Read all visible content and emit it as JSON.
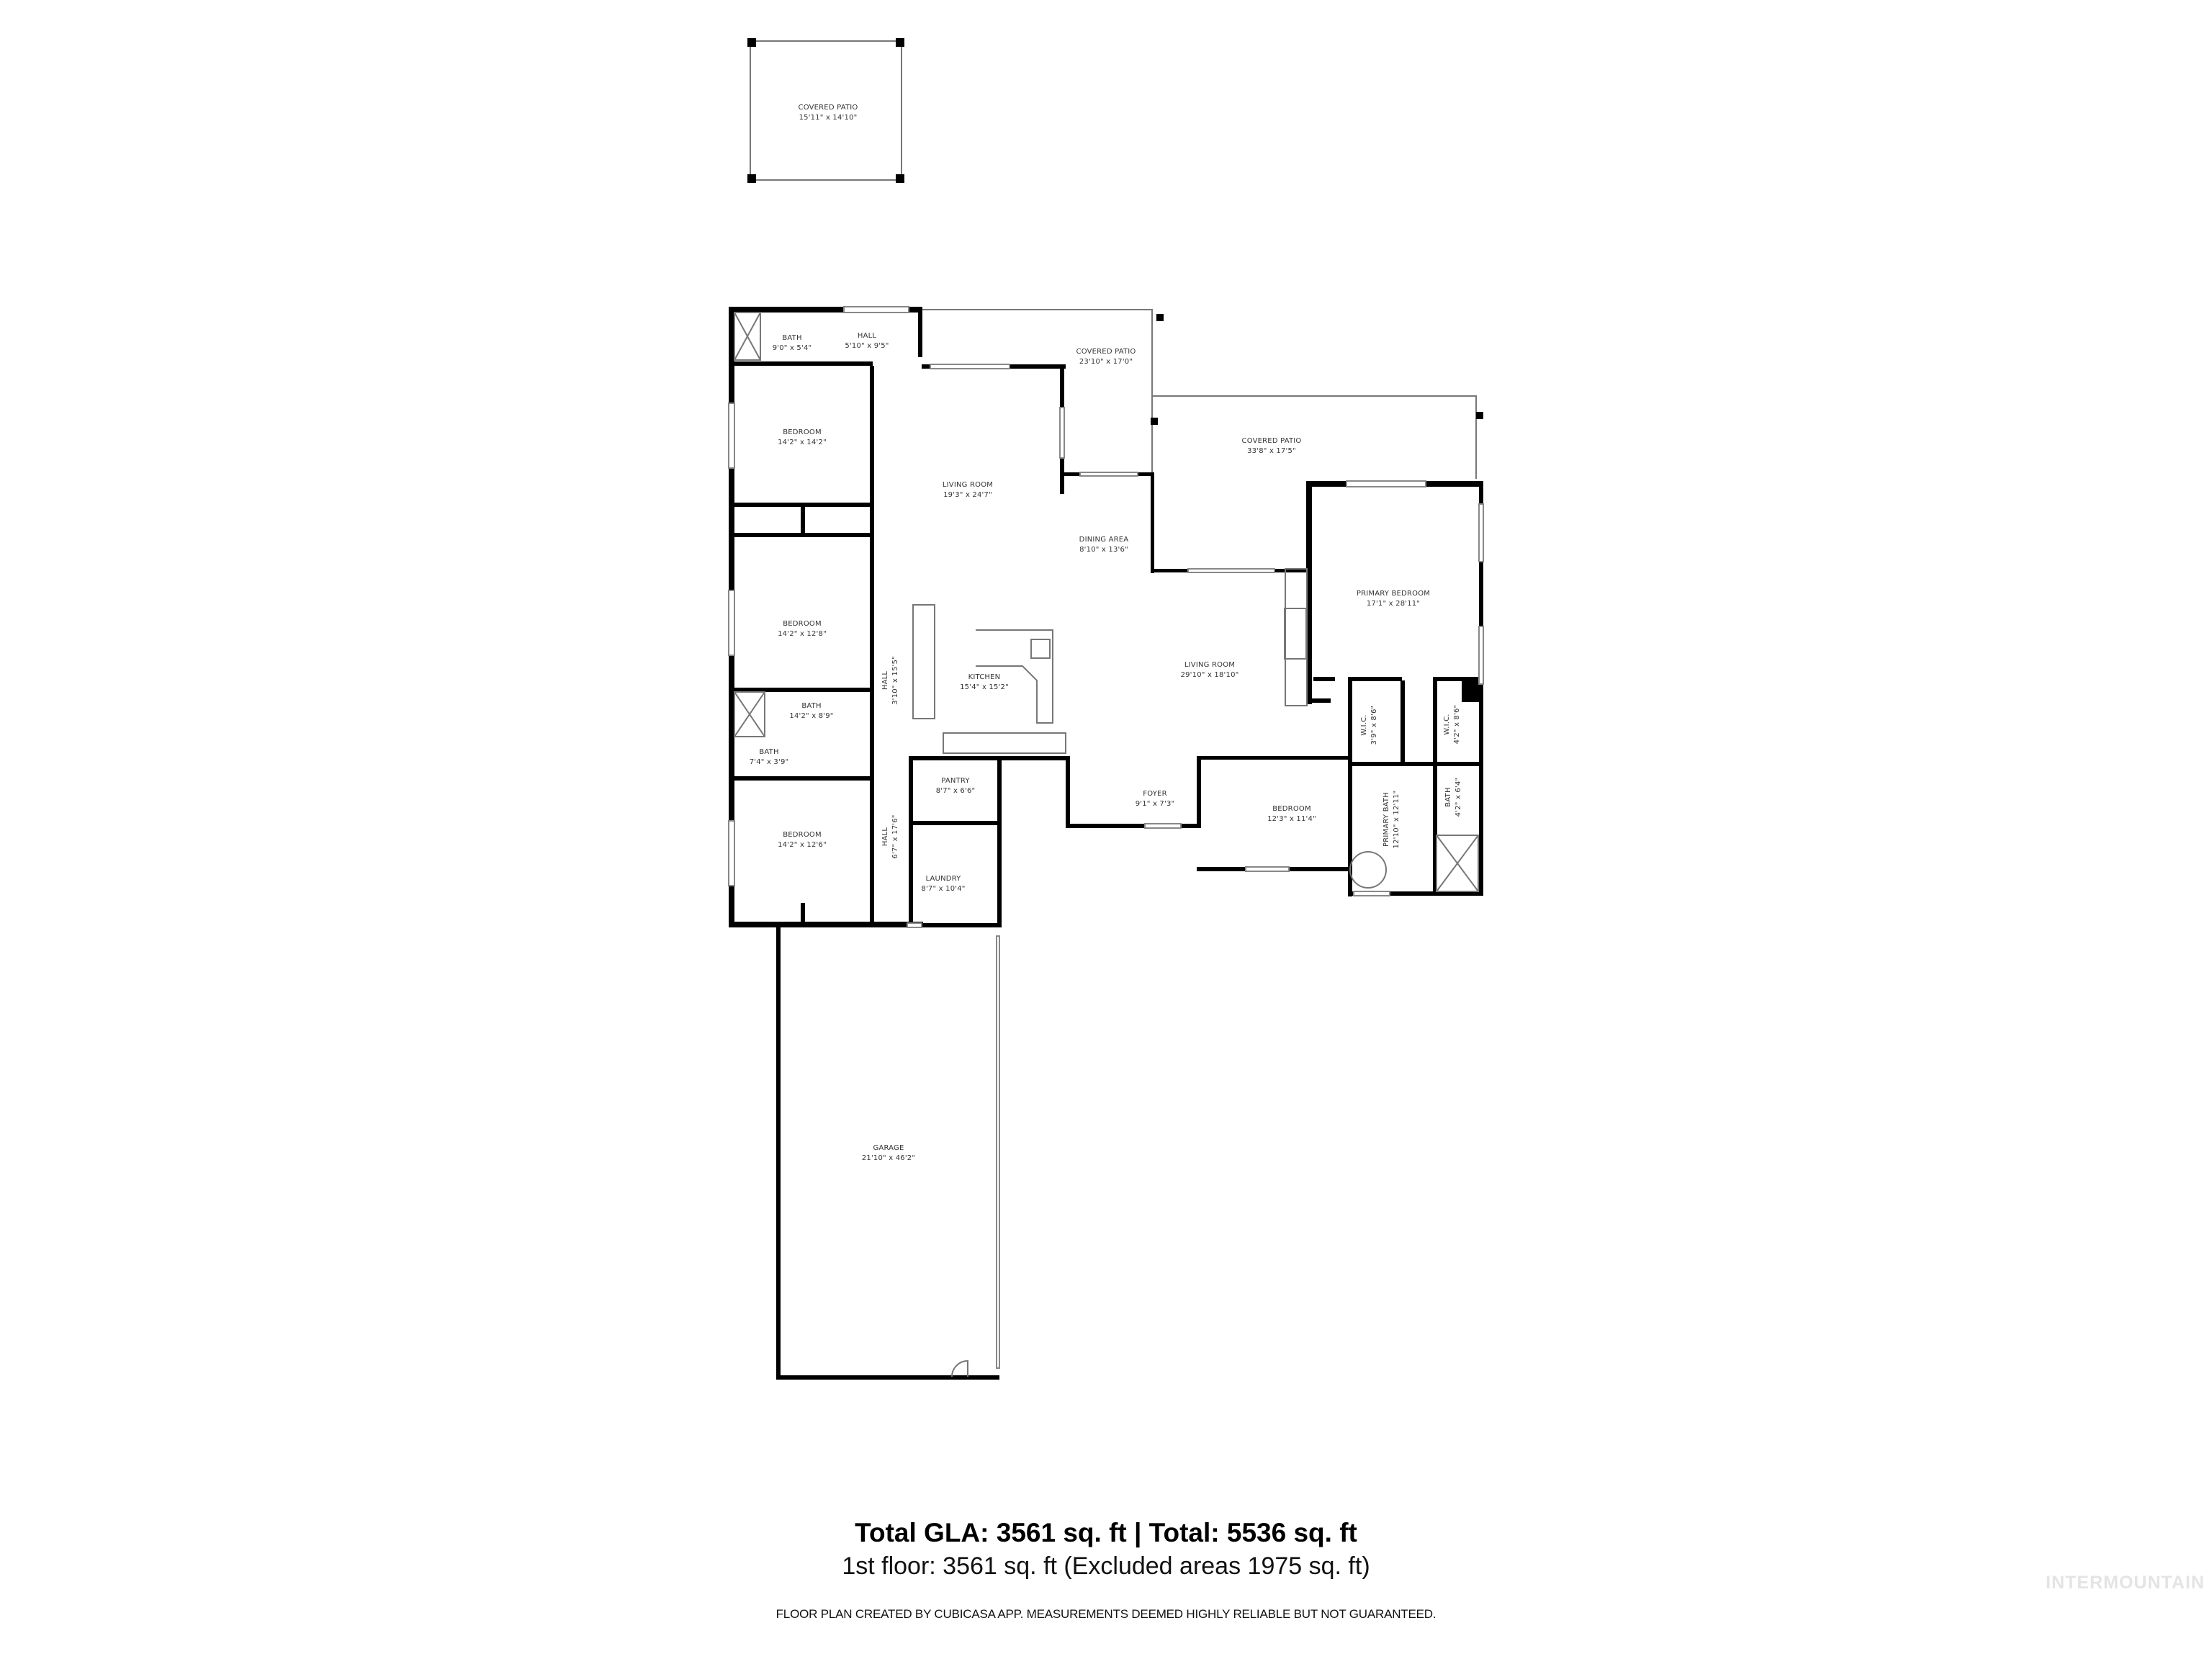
{
  "rooms": [
    {
      "name": "COVERED PATIO",
      "size": "15'11\" x 14'10\""
    },
    {
      "name": "BATH",
      "size": "9'0\" x 5'4\""
    },
    {
      "name": "HALL",
      "size": "5'10\" x 9'5\""
    },
    {
      "name": "COVERED PATIO",
      "size": "23'10\" x 17'0\""
    },
    {
      "name": "COVERED PATIO",
      "size": "33'8\" x 17'5\""
    },
    {
      "name": "BEDROOM",
      "size": "14'2\" x 14'2\""
    },
    {
      "name": "LIVING ROOM",
      "size": "19'3\" x 24'7\""
    },
    {
      "name": "DINING AREA",
      "size": "8'10\" x 13'6\""
    },
    {
      "name": "PRIMARY BEDROOM",
      "size": "17'1\" x 28'11\""
    },
    {
      "name": "BEDROOM",
      "size": "14'2\" x 12'8\""
    },
    {
      "name": "HALL",
      "size": "3'10\" x 15'5\""
    },
    {
      "name": "KITCHEN",
      "size": "15'4\" x 15'2\""
    },
    {
      "name": "LIVING ROOM",
      "size": "29'10\" x 18'10\""
    },
    {
      "name": "BATH",
      "size": "14'2\" x 8'9\""
    },
    {
      "name": "BATH",
      "size": "7'4\" x 3'9\""
    },
    {
      "name": "W.I.C.",
      "size": "3'9\" x 8'6\""
    },
    {
      "name": "W.I.C.",
      "size": "4'2\" x 8'6\""
    },
    {
      "name": "PANTRY",
      "size": "8'7\" x 6'6\""
    },
    {
      "name": "FOYER",
      "size": "9'1\" x 7'3\""
    },
    {
      "name": "BEDROOM",
      "size": "12'3\" x 11'4\""
    },
    {
      "name": "PRIMARY BATH",
      "size": "12'10\" x 12'11\""
    },
    {
      "name": "BATH",
      "size": "4'2\" x 6'4\""
    },
    {
      "name": "BEDROOM",
      "size": "14'2\" x 12'6\""
    },
    {
      "name": "HALL",
      "size": "6'7\" x 17'6\""
    },
    {
      "name": "LAUNDRY",
      "size": "8'7\" x 10'4\""
    },
    {
      "name": "GARAGE",
      "size": "21'10\" x 46'2\""
    }
  ],
  "summary": {
    "total_line": "Total GLA: 3561 sq. ft | Total: 5536 sq. ft",
    "floor_line": "1st floor: 3561 sq. ft (Excluded areas 1975 sq. ft)",
    "disclaimer": "FLOOR PLAN CREATED BY CUBICASA APP. MEASUREMENTS DEEMED HIGHLY RELIABLE BUT NOT GUARANTEED.",
    "watermark": "INTERMOUNTAIN"
  }
}
